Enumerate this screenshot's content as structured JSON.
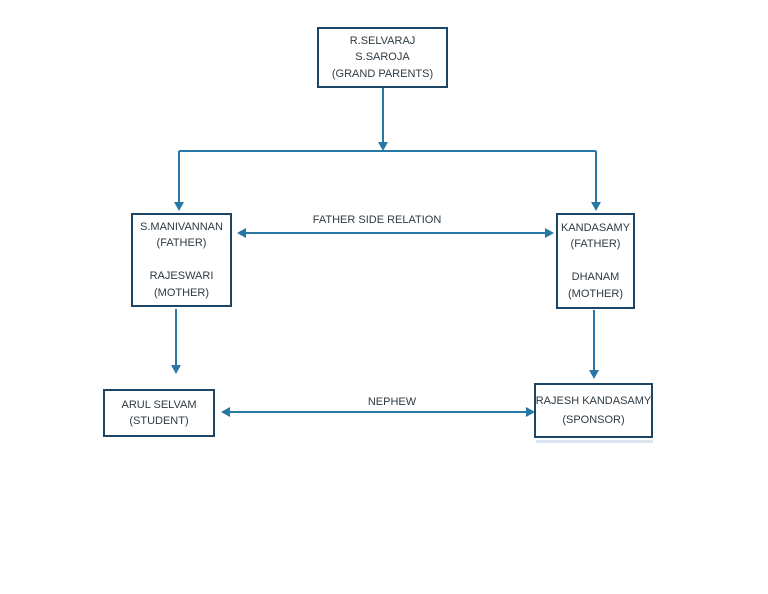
{
  "colors": {
    "background": "#ffffff",
    "box_border": "#1c4566",
    "connector": "#2878a6",
    "text": "#2f3a42"
  },
  "diagram": {
    "type": "family-relation-flowchart",
    "nodes": {
      "grandparents": {
        "lines": [
          "R.SELVARAJ",
          "S.SAROJA",
          "(GRAND PARENTS)"
        ]
      },
      "father_left": {
        "lines": [
          "S.MANIVANNAN",
          "(FATHER)",
          "",
          "RAJESWARI",
          "(MOTHER)"
        ]
      },
      "father_right": {
        "lines": [
          "KANDASAMY",
          "(FATHER)",
          "",
          "DHANAM",
          "(MOTHER)"
        ]
      },
      "student": {
        "lines": [
          "ARUL SELVAM",
          "(STUDENT)"
        ]
      },
      "sponsor": {
        "lines": [
          "RAJESH KANDASAMY",
          "(SPONSOR)"
        ]
      }
    },
    "edges": [
      {
        "from": "grandparents",
        "to": "father_left",
        "type": "arrow"
      },
      {
        "from": "grandparents",
        "to": "father_right",
        "type": "arrow"
      },
      {
        "from": "father_left",
        "to": "father_right",
        "type": "double-arrow",
        "label": "FATHER SIDE RELATION"
      },
      {
        "from": "father_left",
        "to": "student",
        "type": "arrow"
      },
      {
        "from": "father_right",
        "to": "sponsor",
        "type": "arrow"
      },
      {
        "from": "student",
        "to": "sponsor",
        "type": "double-arrow",
        "label": "NEPHEW"
      }
    ]
  }
}
